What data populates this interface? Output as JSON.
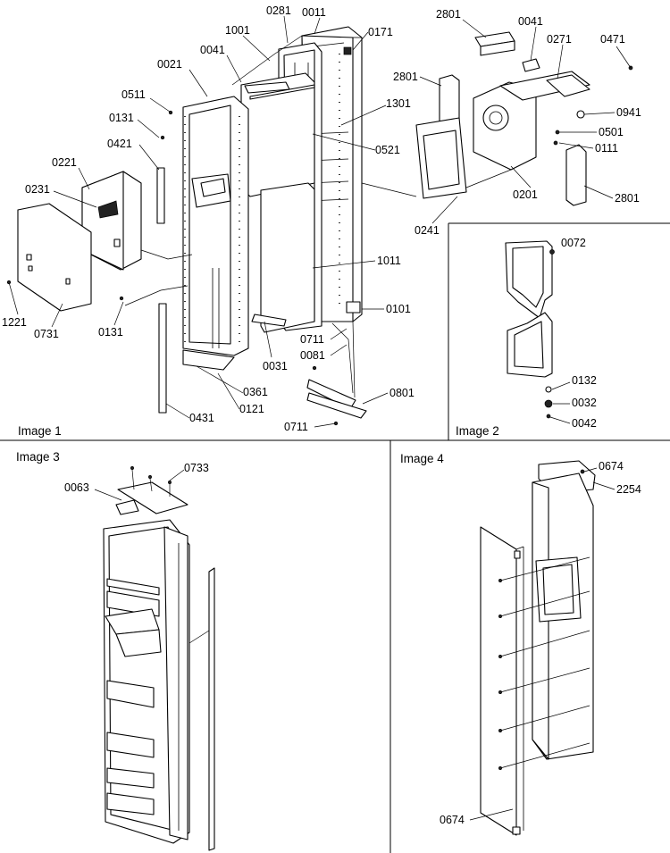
{
  "panels": [
    {
      "label": "Image 1"
    },
    {
      "label": "Image 2"
    },
    {
      "label": "Image 3"
    },
    {
      "label": "Image 4"
    }
  ],
  "parts": {
    "p0281": "0281",
    "p0011": "0011",
    "p1001": "1001",
    "p0171": "0171",
    "p0021": "0021",
    "p0041a": "0041",
    "p0511": "0511",
    "p1301": "1301",
    "p0131a": "0131",
    "p0421": "0421",
    "p0521": "0521",
    "p0221": "0221",
    "p0231": "0231",
    "p1011": "1011",
    "p1221": "1221",
    "p0731": "0731",
    "p0131b": "0131",
    "p0101": "0101",
    "p0711a": "0711",
    "p0081": "0081",
    "p0031": "0031",
    "p0361": "0361",
    "p0121": "0121",
    "p0431": "0431",
    "p0801": "0801",
    "p0711b": "0711",
    "p2801a": "2801",
    "p0041b": "0041",
    "p0271": "0271",
    "p0471": "0471",
    "p2801b": "2801",
    "p0941": "0941",
    "p0501": "0501",
    "p0111": "0111",
    "p0201": "0201",
    "p2801c": "2801",
    "p0241": "0241",
    "p0072": "0072",
    "p0132": "0132",
    "p0032": "0032",
    "p0042": "0042",
    "p0063": "0063",
    "p0733": "0733",
    "p0674a": "0674",
    "p2254": "2254",
    "p0674b": "0674"
  }
}
